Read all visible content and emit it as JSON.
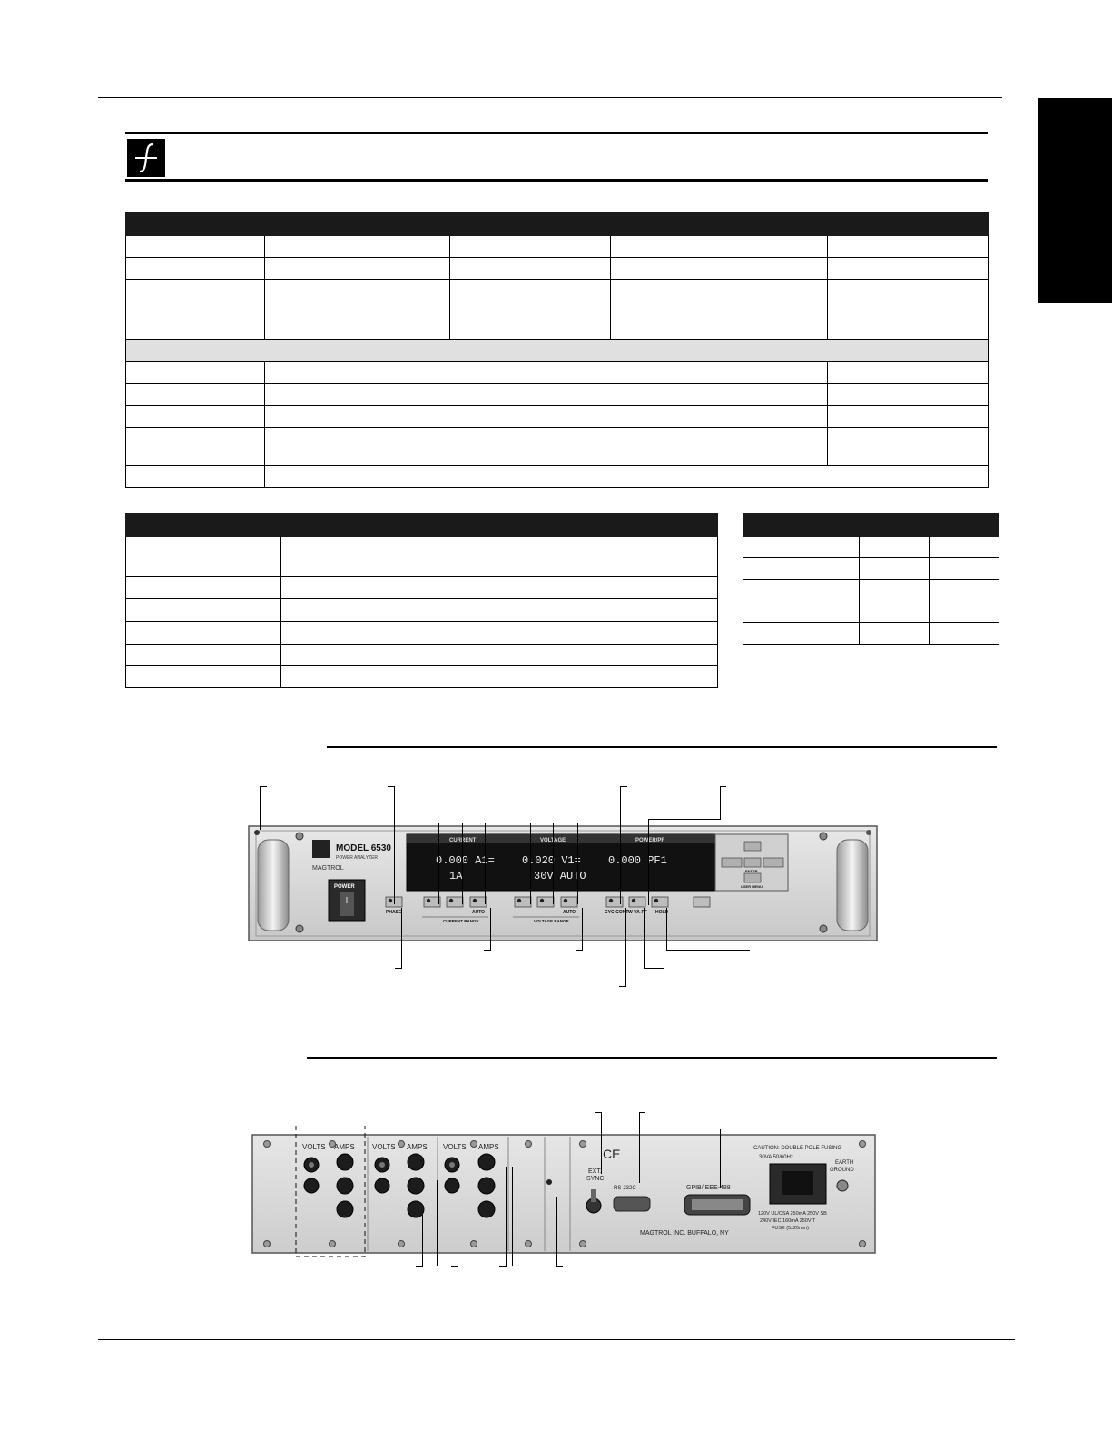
{
  "front_panel": {
    "model_label": "MODEL 6530",
    "model_sub": "POWER ANALYZER",
    "brand": "MAGTROL",
    "power_label": "POWER",
    "display": {
      "header_current": "CURRENT",
      "header_voltage": "VOLTAGE",
      "header_power": "POWER/PF",
      "row1_current": "0.000 A1=",
      "row1_voltage": "0.020 V1=",
      "row1_power": "0.000 PF1",
      "row2_current": "1A",
      "row2_voltage": "30V AUTO"
    },
    "button_labels": {
      "phase": "PHASE",
      "auto_current": "AUTO",
      "auto_voltage": "AUTO",
      "current_range": "CURRENT RANGE",
      "voltage_range": "VOLTAGE RANGE",
      "cyc_cont": "CYC-CONT",
      "w_va_pf": "W-VA-PF",
      "hold": "HOLD",
      "enter": "ENTER",
      "user_menu": "USER MENU"
    }
  },
  "rear_panel": {
    "volts": "VOLTS",
    "amps": "AMPS",
    "ext_sync": "EXT.\nSYNC.",
    "rs232": "RS-232C",
    "gpib": "GPIB/IEEE-488",
    "caution": "CAUTION: DOUBLE POLE FUSING",
    "rating": "30VA 50/60Hz",
    "earth": "EARTH\nGROUND",
    "fuse1": "120V UL/CSA 250mA 250V SB",
    "fuse2": "240V IEC 160mA 250V T",
    "fuse3": "FUSE (5x20mm)",
    "maker": "MAGTROL INC. BUFFALO, NY",
    "ce": "CE"
  }
}
